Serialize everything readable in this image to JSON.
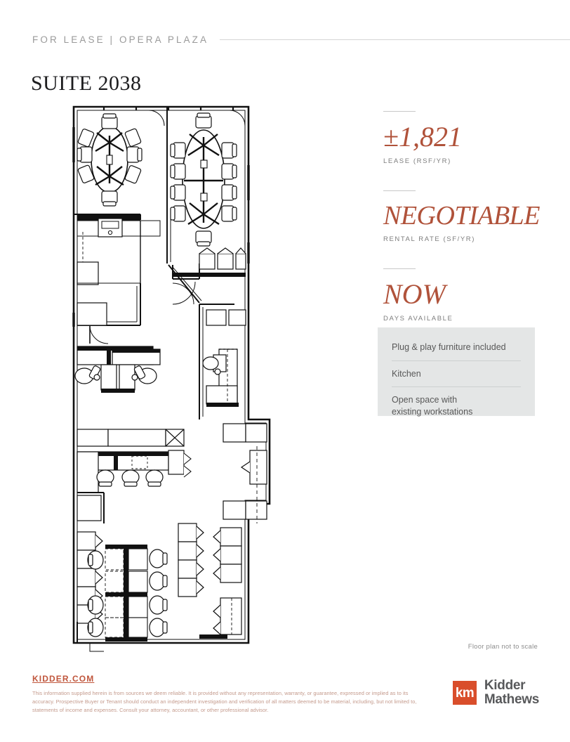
{
  "header": {
    "eyebrow": "FOR LEASE  |  OPERA PLAZA",
    "title": "SUITE 2038"
  },
  "stats": [
    {
      "value": "±1,821",
      "label": "LEASE (RSF/YR)",
      "size": "size-lg"
    },
    {
      "value": "NEGOTIABLE",
      "label": "RENTAL RATE (SF/YR)",
      "size": "size-xl"
    },
    {
      "value": "NOW",
      "label": "DAYS AVAILABLE",
      "size": "size-lg"
    }
  ],
  "features": [
    "Plug & play furniture included",
    "Kitchen",
    "Open space with\nexisting workstations"
  ],
  "floorplan": {
    "note": "Floor plan not to scale",
    "rooms": [
      "conference room with oval table and 8 chairs",
      "large conference room with oval table and 10 chairs",
      "kitchen with counter and sink",
      "private office with L-shaped desk",
      "open workstation area",
      "open benching cluster with 8 workstations"
    ]
  },
  "footer": {
    "link": "KIDDER.COM",
    "disclaimer": "This information supplied herein is from sources we deem reliable. It is provided without any representation, warranty, or guarantee, expressed or implied as to its accuracy. Prospective Buyer or Tenant should conduct an independent investigation and verification of all matters deemed to be material, including, but not limited to, statements of income and expenses. Consult your attorney, accountant, or other professional advisor.",
    "logo_mark": "km",
    "logo_line1": "Kidder",
    "logo_line2": "Mathews"
  },
  "colors": {
    "accent": "#b0523a",
    "logo_red": "#d94e2b",
    "panel_bg": "#e4e6e6",
    "label_gray": "#7d7d7d"
  }
}
